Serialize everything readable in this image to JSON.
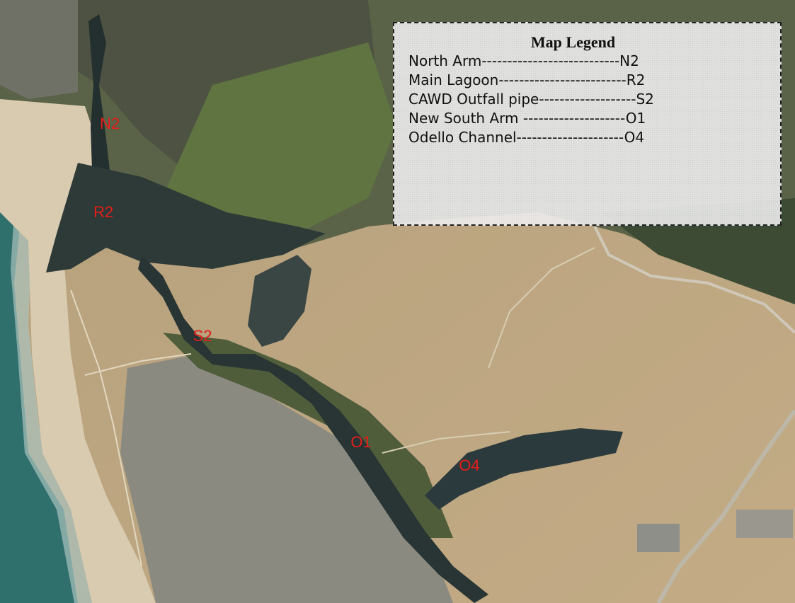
{
  "legend": {
    "title": "Map Legend",
    "items": [
      {
        "name": "North Arm",
        "code": "N2",
        "text": "North Arm---------------------------N2"
      },
      {
        "name": "Main Lagoon",
        "code": "R2",
        "text": "Main Lagoon-------------------------R2"
      },
      {
        "name": "CAWD Outfall pipe",
        "code": "S2",
        "text": "CAWD Outfall pipe-------------------S2"
      },
      {
        "name": "New South Arm",
        "code": "O1",
        "text": "New South Arm --------------------O1"
      },
      {
        "name": "Odello Channel",
        "code": "O4",
        "text": "Odello Channel---------------------O4"
      }
    ]
  },
  "map_labels": [
    "N2",
    "R2",
    "S2",
    "O1",
    "O4"
  ],
  "colors": {
    "label": "#e8201c",
    "water": "#2b3a3c",
    "ocean": "#2f6f6c",
    "sand": "#d9cbb0",
    "marsh": "#5a6b3c",
    "grassland": "#b39a73"
  }
}
